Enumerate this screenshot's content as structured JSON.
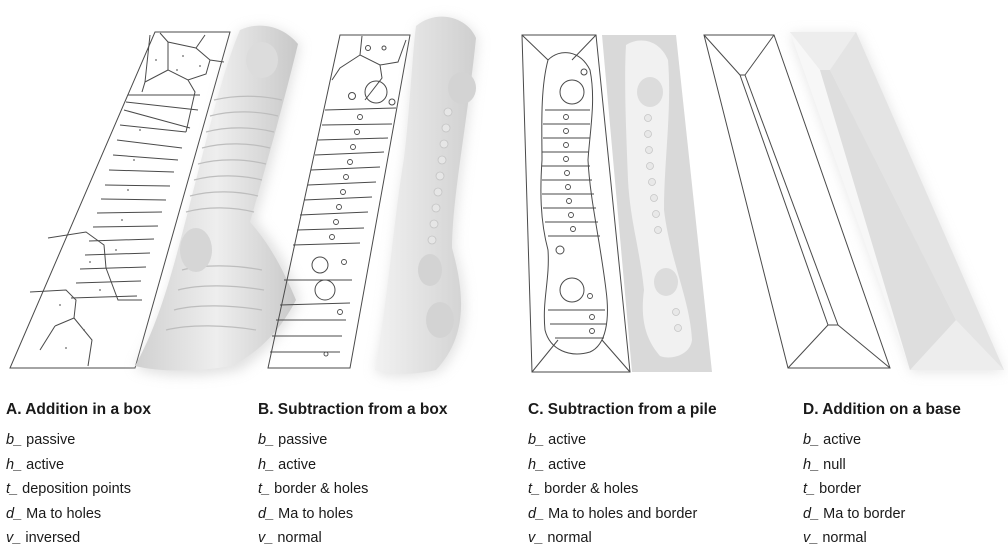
{
  "panels": [
    {
      "title": "A. Addition in a box",
      "params": [
        {
          "key": "b_",
          "value": "passive"
        },
        {
          "key": "h_",
          "value": "active"
        },
        {
          "key": "t_",
          "value": "deposition points"
        },
        {
          "key": "d_",
          "value": "Ma to holes"
        },
        {
          "key": "v_",
          "value": "inversed"
        }
      ]
    },
    {
      "title": "B. Subtraction from a box",
      "params": [
        {
          "key": "b_",
          "value": "passive"
        },
        {
          "key": "h_",
          "value": "active"
        },
        {
          "key": "t_",
          "value": "border & holes"
        },
        {
          "key": "d_",
          "value": "Ma to holes"
        },
        {
          "key": "v_",
          "value": "normal"
        }
      ]
    },
    {
      "title": "C. Subtraction from a pile",
      "params": [
        {
          "key": "b_",
          "value": "active"
        },
        {
          "key": "h_",
          "value": "active"
        },
        {
          "key": "t_",
          "value": "border & holes"
        },
        {
          "key": "d_",
          "value": "Ma to holes and border"
        },
        {
          "key": "v_",
          "value": "normal"
        }
      ]
    },
    {
      "title": "D. Addition on a base",
      "params": [
        {
          "key": "b_",
          "value": "active"
        },
        {
          "key": "h_",
          "value": "null"
        },
        {
          "key": "t_",
          "value": "border"
        },
        {
          "key": "d_",
          "value": "Ma to border"
        },
        {
          "key": "v_",
          "value": "normal"
        }
      ]
    }
  ],
  "colors": {
    "line": "#4a4a4a",
    "shadow": "#cfcfcf",
    "surface": "#f4f4f4"
  }
}
